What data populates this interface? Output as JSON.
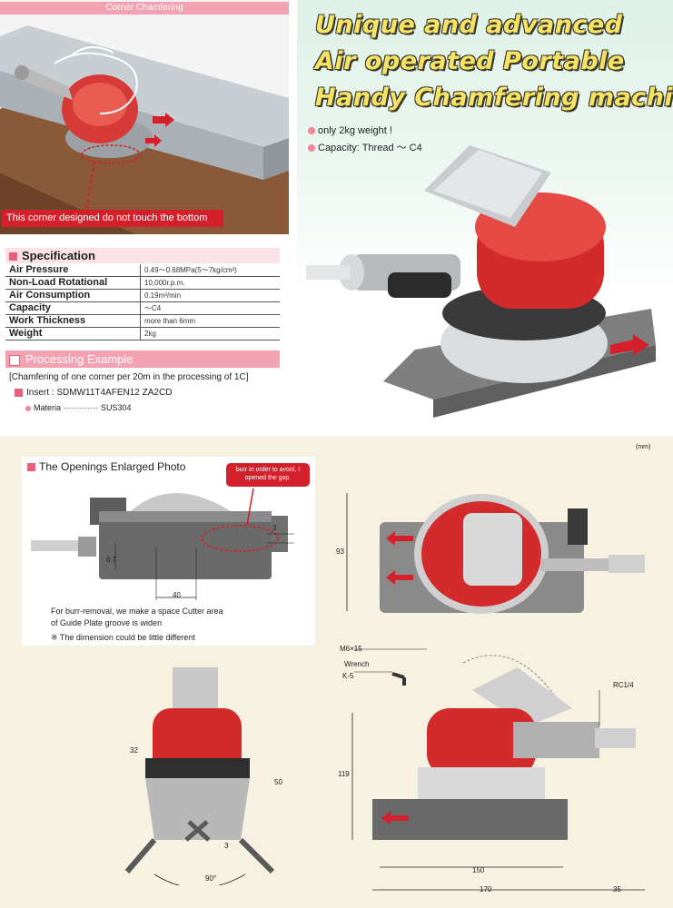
{
  "corner": {
    "header": "Corner Chamfering",
    "note": "This corner designed do not touch the bottom"
  },
  "hero": {
    "lines": [
      "Unique and advanced",
      "Air operated Portable",
      "Handy Chamfering machine !"
    ],
    "bullets": [
      "only 2kg weight !",
      "Capacity: Thread ～ C4"
    ]
  },
  "spec": {
    "title": "Specification",
    "rows": [
      {
        "label": "Air Pressure",
        "value": "0.49～0.68MPa(5～7kg/cm²)"
      },
      {
        "label": "Non-Load Rotational",
        "value": "10,000r.p.m."
      },
      {
        "label": "Air Consumption",
        "value": "0.19m³/min"
      },
      {
        "label": "Capacity",
        "value": "～C4"
      },
      {
        "label": "Work Thickness",
        "value": "more than 6mm"
      },
      {
        "label": "Weight",
        "value": "2kg"
      }
    ]
  },
  "processing": {
    "title": "Processing Example",
    "description": "[Chamfering of one corner per 20m in the processing of 1C]",
    "insert": "Insert : SDMW11T4AFEN12 ZA2CD",
    "material_label": "Materia",
    "material_dots": "·············",
    "material_value": "SUS304"
  },
  "openings": {
    "title": "The Openings Enlarged Photo",
    "burr_note": "burr in order to avoid, I opened the gap.",
    "caption_1": "For burr-removal, we make a space Cutter area",
    "caption_2": "of Guide Plate groove is widen",
    "caption_note": "※  The dimension could be little different",
    "dim_40": "40",
    "dim_3": "3",
    "dim_67": "6.7"
  },
  "drawings": {
    "unit": "(mm)",
    "dim_93": "93",
    "dim_119": "119",
    "dim_150": "150",
    "dim_170": "170",
    "dim_35": "35",
    "dim_32": "32",
    "dim_50": "50",
    "dim_3b": "3",
    "dim_90": "90°",
    "screw": "M6×15",
    "wrench_1": "Wrench",
    "wrench_2": "K-5",
    "rc": "RC1/4"
  },
  "colors": {
    "accent_pink": "#f2a2b0",
    "red": "#d4202a",
    "hero_text": "#f6e264",
    "bottom_bg": "#f7f1e2"
  }
}
